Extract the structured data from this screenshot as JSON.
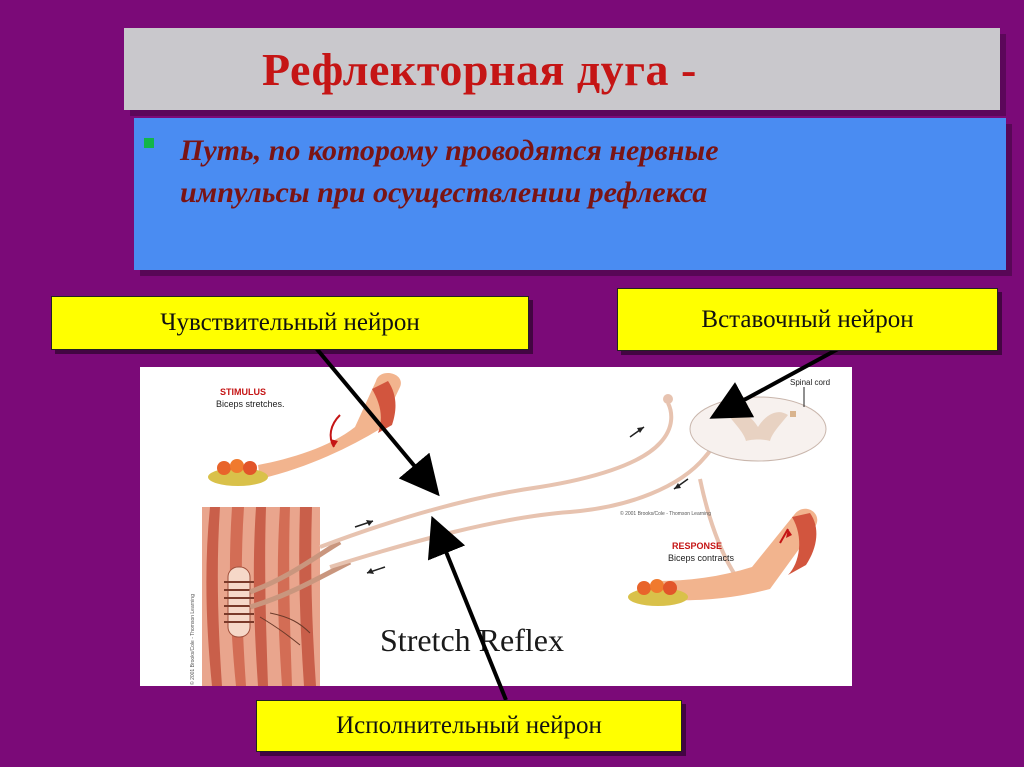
{
  "slide": {
    "title": "Рефлекторная дуга -",
    "definition": {
      "line1": "Путь, по которому проводятся нервные",
      "line2": "импульсы при осуществлении рефлекса"
    }
  },
  "labels": {
    "sensory_neuron": "Чувствительный нейрон",
    "interneuron": "Вставочный нейрон",
    "motor_neuron": "Исполнительный нейрон"
  },
  "diagram": {
    "title": "Stretch Reflex",
    "stimulus_heading": "STIMULUS",
    "stimulus_text": "Biceps stretches.",
    "response_heading": "RESPONSE",
    "response_text": "Biceps contracts",
    "spinal_cord_label": "Spinal cord",
    "copyright_main": "© 2001 Brooks/Cole - Thomson Learning",
    "copyright_small": "© 2001 Brooks/Cole - Thomson Learning"
  },
  "colors": {
    "background": "#7b0a78",
    "title_bar": "#c9c8cc",
    "title_text": "#c51515",
    "definition_box": "#4a8cf2",
    "definition_text": "#7a1414",
    "bullet": "#13b54a",
    "label_fill": "#ffff00"
  }
}
